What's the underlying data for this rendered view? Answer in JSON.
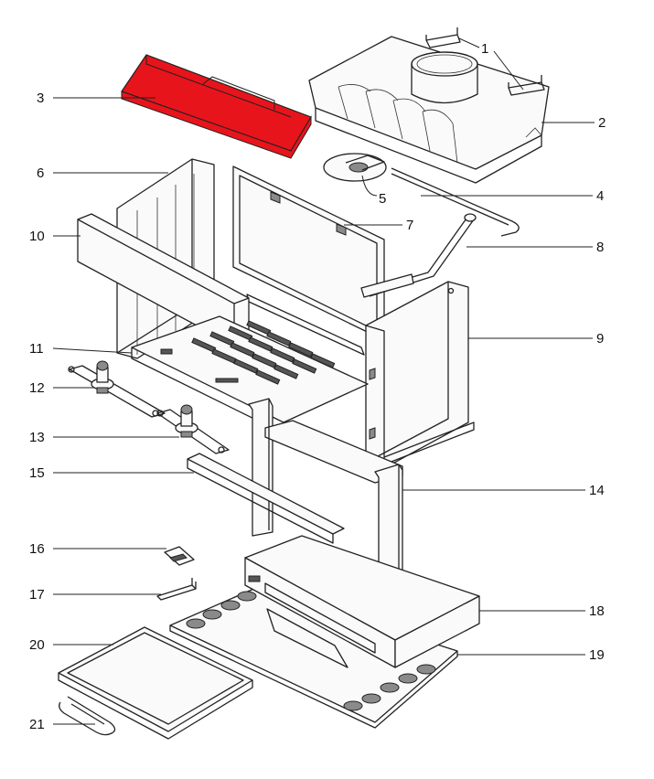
{
  "colors": {
    "highlight": "#e8141c",
    "ink": "#222222",
    "background": "#ffffff"
  },
  "diagram": {
    "type": "exploded-parts-view",
    "highlighted_part": "3",
    "callouts": [
      {
        "id": "1",
        "label": "1"
      },
      {
        "id": "2",
        "label": "2"
      },
      {
        "id": "3",
        "label": "3"
      },
      {
        "id": "4",
        "label": "4"
      },
      {
        "id": "5",
        "label": "5"
      },
      {
        "id": "6",
        "label": "6"
      },
      {
        "id": "7",
        "label": "7"
      },
      {
        "id": "8",
        "label": "8"
      },
      {
        "id": "9",
        "label": "9"
      },
      {
        "id": "10",
        "label": "10"
      },
      {
        "id": "11",
        "label": "11"
      },
      {
        "id": "12",
        "label": "12"
      },
      {
        "id": "13",
        "label": "13"
      },
      {
        "id": "14",
        "label": "14"
      },
      {
        "id": "15",
        "label": "15"
      },
      {
        "id": "16",
        "label": "16"
      },
      {
        "id": "17",
        "label": "17"
      },
      {
        "id": "18",
        "label": "18"
      },
      {
        "id": "19",
        "label": "19"
      },
      {
        "id": "20",
        "label": "20"
      },
      {
        "id": "21",
        "label": "21"
      }
    ]
  }
}
